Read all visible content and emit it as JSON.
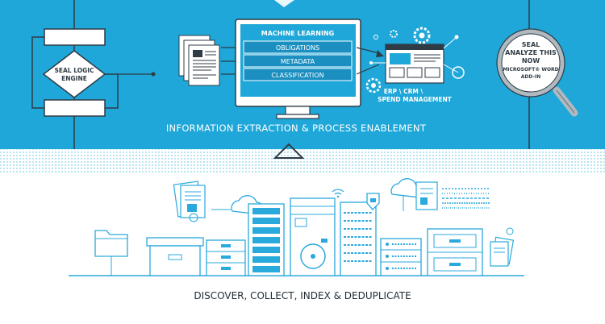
{
  "colors": {
    "top_band": "#1ea7d8",
    "top_band_dark": "#148fc0",
    "white": "#ffffff",
    "line_dark": "#2f3b45",
    "icon_cyan": "#29a9dc",
    "text_dark": "#1f2c35"
  },
  "top": {
    "flowchart": {
      "decision_label_line1": "SEAL LOGIC",
      "decision_label_line2": "ENGINE"
    },
    "monitor": {
      "title": "MACHINE LEARNING",
      "rows": [
        "OBLIGATIONS",
        "METADATA",
        "CLASSIFICATION"
      ]
    },
    "erp": {
      "line1": "ERP \\ CRM \\",
      "line2": "SPEND MANAGEMENT"
    },
    "magnifier": {
      "line1": "SEAL",
      "line2": "ANALYZE THIS",
      "line3": "NOW",
      "line4": "MICROSOFT® WORD",
      "line5": "ADD-IN"
    },
    "caption": "INFORMATION EXTRACTION & PROCESS ENABLEMENT"
  },
  "bottom": {
    "caption": "DISCOVER, COLLECT, INDEX  & DEDUPLICATE"
  },
  "icons": [
    "document-stack-icon",
    "monitor-icon",
    "gear-icon",
    "network-icon",
    "magnifier-icon",
    "folder-icon",
    "archive-box-icon",
    "server-rack-icon",
    "cloud-icon",
    "file-cabinet-icon",
    "shield-icon",
    "wifi-icon"
  ]
}
